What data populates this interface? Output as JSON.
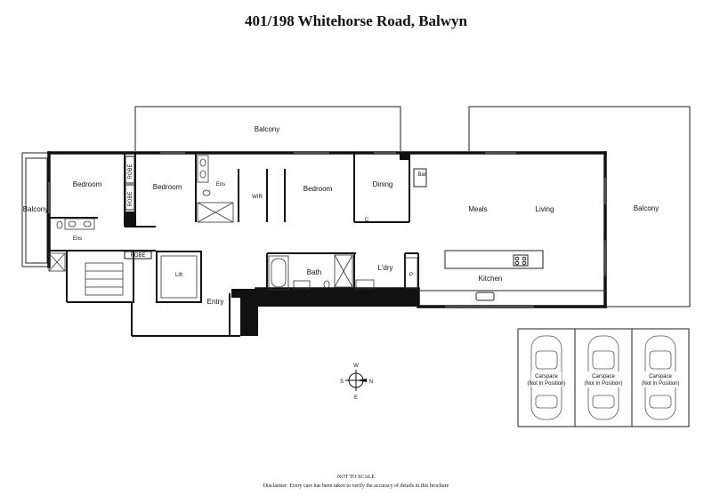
{
  "title": "401/198 Whitehorse Road, Balwyn",
  "rooms": {
    "balcony_top": "Balcony",
    "balcony_left": "Balcony",
    "balcony_right": "Balcony",
    "bedroom1": "Bedroom",
    "bedroom2": "Bedroom",
    "bedroom3": "Bedroom",
    "robe1": "ROBE",
    "robe2": "ROBE",
    "robe3": "ROBE",
    "ens1": "Ens",
    "ens2": "Ens",
    "wir": "WIR",
    "dining": "Dining",
    "bar": "Bar",
    "c": "C",
    "meals": "Meals",
    "living": "Living",
    "kitchen": "Kitchen",
    "laundry": "L'dry",
    "p": "P",
    "bath": "Bath",
    "lift": "Lift",
    "entry": "Entry"
  },
  "carspaces": [
    {
      "label": "Carspace",
      "note": "(Not In Position)"
    },
    {
      "label": "Carspace",
      "note": "(Not In Position)"
    },
    {
      "label": "Carspace",
      "note": "(Not In Position)"
    }
  ],
  "compass": {
    "n": "N",
    "s": "S",
    "e": "E",
    "w": "W"
  },
  "footer": {
    "scale": "NOT TO SCALE",
    "disclaimer": "Disclaimer: Every care has been taken to verify the accuracy of details in this brochure"
  }
}
